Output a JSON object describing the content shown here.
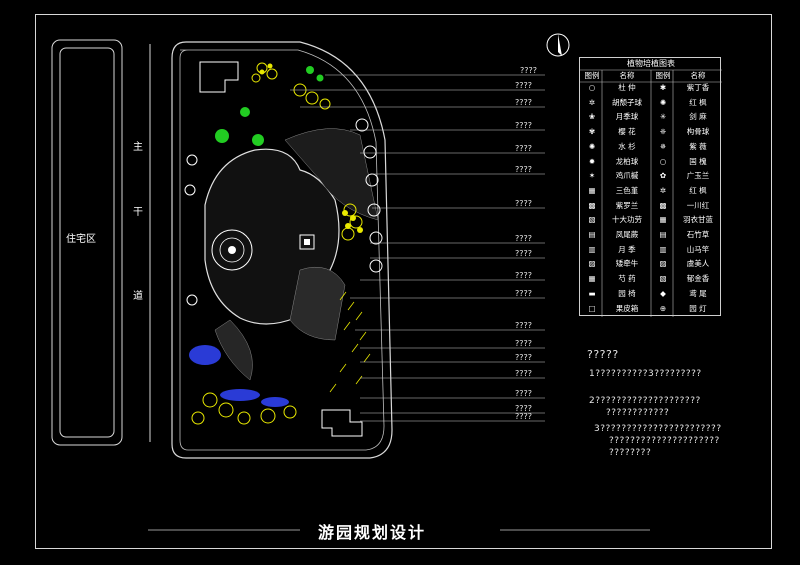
{
  "drawing": {
    "title": "游园规划设计",
    "left_block_label": "住宅区",
    "road_chars": [
      "主",
      "干",
      "道"
    ],
    "leader_labels": [
      "????",
      "????",
      "????",
      "????",
      "????",
      "????",
      "????",
      "????",
      "????",
      "????",
      "????",
      "????",
      "????",
      "????",
      "????",
      "????",
      "????",
      "????"
    ],
    "notes": {
      "heading": "?????",
      "line1": "1??????????3?????????",
      "line2a": "2????????????????????",
      "line2b": "????????????",
      "line3a": "3???????????????????????",
      "line3b": "?????????????????????",
      "line3c": "????????"
    },
    "colors": {
      "line": "#d9d9d9",
      "yellow": "#e8e800",
      "green": "#22cc22",
      "blue": "#2a3bd6",
      "white": "#ffffff"
    }
  },
  "legend": {
    "title": "植物培植图表",
    "header": {
      "col1": "图例",
      "col2": "名称",
      "col3": "图例",
      "col4": "名称"
    },
    "rows": [
      {
        "left": "杜 仲",
        "right": "紫丁香"
      },
      {
        "left": "胡颓子球",
        "right": "红 枫"
      },
      {
        "left": "月季球",
        "right": "剑 麻"
      },
      {
        "left": "樱 花",
        "right": "构骨球"
      },
      {
        "left": "水 杉",
        "right": "紫 薇"
      },
      {
        "left": "龙柏球",
        "right": "国 槐"
      },
      {
        "left": "鸡爪槭",
        "right": "广玉兰"
      },
      {
        "left": "三色堇",
        "right": "红 枫"
      },
      {
        "left": "紫罗兰",
        "right": "一川红"
      },
      {
        "left": "十大功劳",
        "right": "羽衣甘蓝"
      },
      {
        "left": "凤尾蕨",
        "right": "石竹草"
      },
      {
        "left": "月 季",
        "right": "山马竿"
      },
      {
        "left": "矮牵牛",
        "right": "虞美人"
      },
      {
        "left": "芍 药",
        "right": "郁金香"
      },
      {
        "left": "园 椅",
        "right": "鸢 尾"
      },
      {
        "left": "果皮箱",
        "right": "园 灯"
      }
    ]
  }
}
